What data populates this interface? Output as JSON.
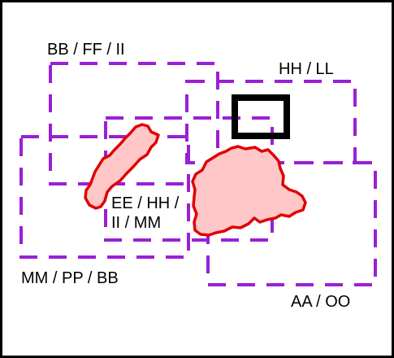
{
  "colors": {
    "frame": "#000000",
    "dashed_box": "#9b1fd6",
    "blob_fill": "#ffc7c7",
    "blob_stroke": "#e00000",
    "square": "#000000"
  },
  "labels": {
    "bb_ff_ii": "BB / FF / II",
    "hh_ll": "HH / LL",
    "ee_hh_line1": "EE / HH /",
    "ee_hh_line2": "II / MM",
    "mm_pp_bb": "MM / PP / BB",
    "aa_oo": "AA / OO"
  },
  "icons": {
    "square_marker": "square-icon"
  }
}
